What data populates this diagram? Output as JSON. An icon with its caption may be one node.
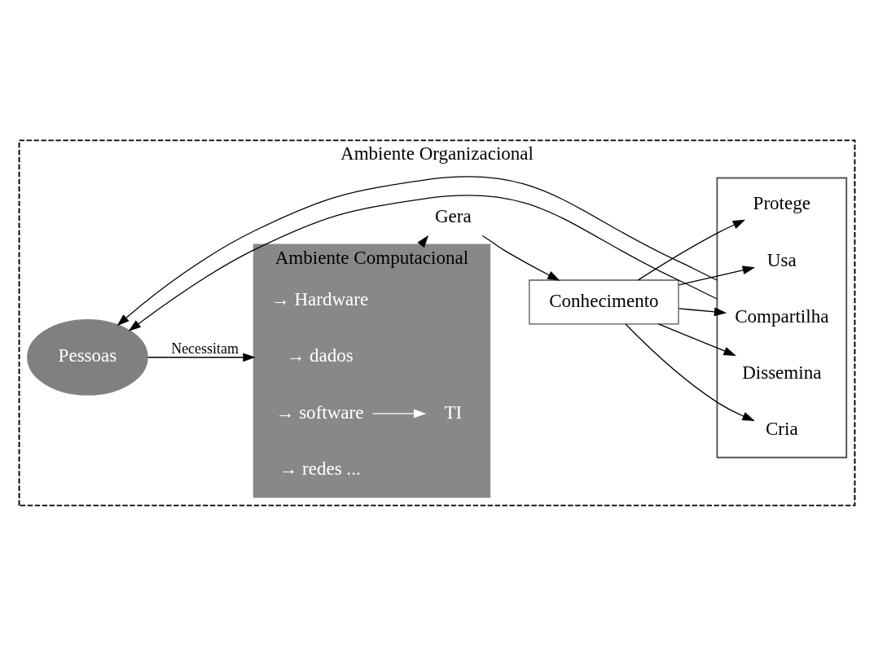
{
  "diagram": {
    "nodes": [
      {
        "text": [
          "Ambiente Organizacional"
        ]
      },
      {
        "text": [
          "Pessoas"
        ],
        "in": 0
      },
      {
        "text": [
          "Ambiente Computacional"
        ],
        "in": 0
      },
      {
        "text": [
          "→ Hardware"
        ],
        "in": 2
      },
      {
        "text": [
          "→ software"
        ],
        "in": 2
      },
      {
        "text": [
          "→ dados"
        ],
        "in": 2
      },
      {
        "text": [
          "→ redes ..."
        ],
        "in": 2
      },
      {
        "text": [
          "TI"
        ],
        "in": 2
      },
      {
        "text": [
          "Gera"
        ],
        "in": 0
      },
      {
        "text": [
          "Conhecimento"
        ],
        "in": 0
      },
      {
        "text": [],
        "shape": "box",
        "in": 0
      },
      {
        "text": [
          "Cria"
        ],
        "in": 10
      },
      {
        "text": [
          "Dissemina"
        ],
        "in": 10
      },
      {
        "text": [
          "Compartilha"
        ],
        "in": 10
      },
      {
        "text": [
          "Usa"
        ],
        "in": 10
      },
      {
        "text": [
          "Protege"
        ],
        "in": 10
      }
    ],
    "edges": [
      {
        "from": 1,
        "to": 2,
        "arrow": "to",
        "label": "Necessitam"
      },
      {
        "from": 4,
        "to": 7,
        "arrow": "to",
        "color": "#ffffff"
      },
      {
        "from": 2,
        "to": 8,
        "arrow": "to"
      },
      {
        "from": 8,
        "to": 9,
        "arrow": "to"
      },
      {
        "from": 9,
        "to": 11,
        "arrow": "to"
      },
      {
        "from": 9,
        "to": 12,
        "arrow": "to"
      },
      {
        "from": 9,
        "to": 13,
        "arrow": "to"
      },
      {
        "from": 9,
        "to": 14,
        "arrow": "to"
      },
      {
        "from": 9,
        "to": 15,
        "arrow": "to"
      },
      {
        "from": 10,
        "to": 1,
        "arrow": "to"
      },
      {
        "from": 10,
        "to": 1,
        "arrow": "to"
      }
    ]
  }
}
